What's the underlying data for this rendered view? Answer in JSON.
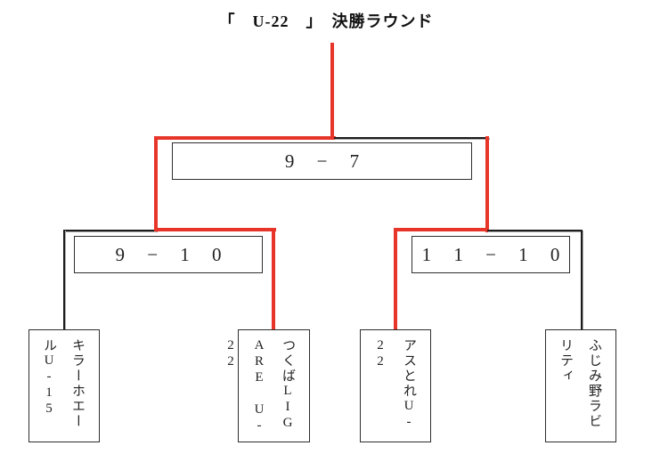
{
  "title": "「　U-22　」　決勝ラウンド",
  "colors": {
    "winner_path_red": "#e8352a",
    "bracket_line_black": "#1c1c1c",
    "box_border": "#2e2e2e",
    "background": "#ffffff"
  },
  "bracket": {
    "round_label": "決勝ラウンド",
    "age_class": "U-22",
    "final": {
      "score": "9 − 7"
    },
    "semifinal_left": {
      "score": "9 − 1 0"
    },
    "semifinal_right": {
      "score": "1 1 − 1 0"
    },
    "teams": [
      {
        "lines": [
          "キラーホエー",
          "ルU-15"
        ]
      },
      {
        "lines": [
          "つくばLIG",
          "ARE U-22"
        ]
      },
      {
        "lines": [
          "アスとれU-",
          "22"
        ]
      },
      {
        "lines": [
          "ふじみ野ラビ",
          "リティ"
        ]
      }
    ]
  }
}
